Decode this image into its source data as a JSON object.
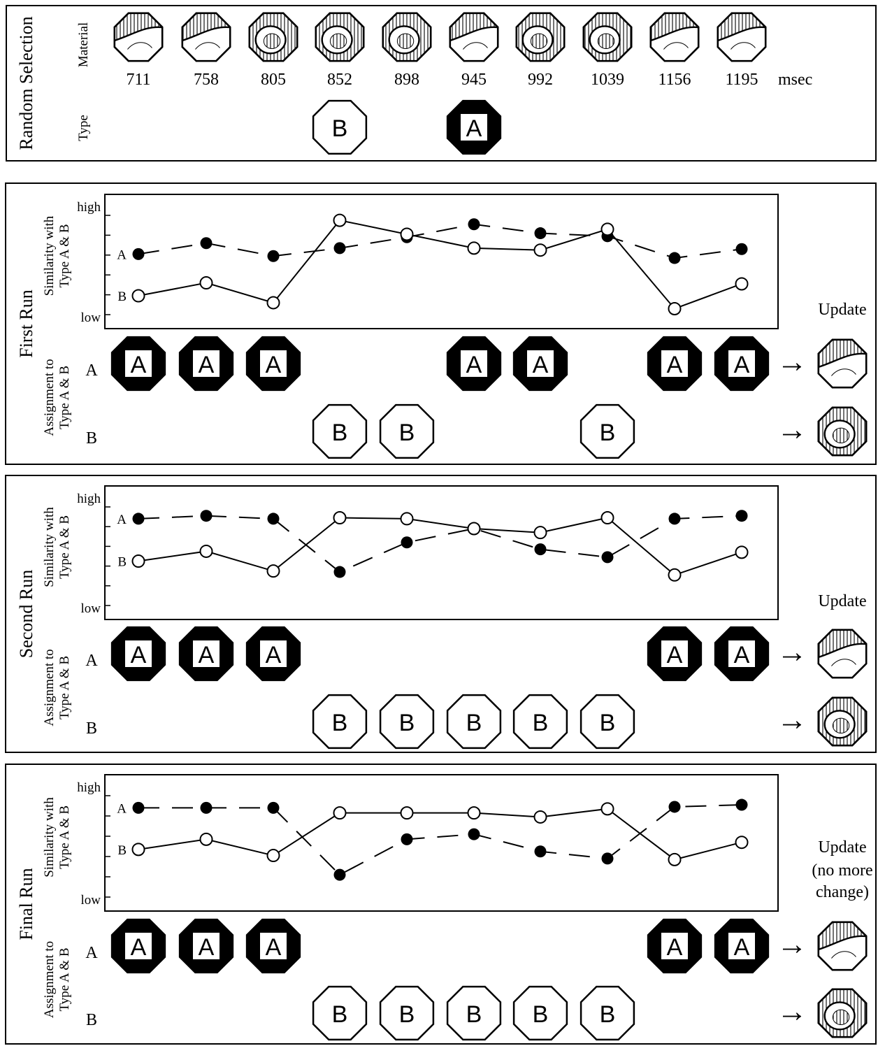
{
  "random_selection": {
    "title": "Random Selection",
    "material_label": "Material",
    "type_label": "Type",
    "times": [
      "711",
      "758",
      "805",
      "852",
      "898",
      "945",
      "992",
      "1039",
      "1156",
      "1195"
    ],
    "unit": "msec",
    "initial_types": [
      null,
      null,
      null,
      "B",
      null,
      "A",
      null,
      null,
      null,
      null
    ]
  },
  "labels": {
    "high": "high",
    "low": "low",
    "series_a": "A",
    "series_b": "B",
    "similarity_line1": "Similarity with",
    "similarity_line2": "Type A & B",
    "assignment_line1": "Assignment to",
    "assignment_line2": "Type A & B",
    "row_a": "A",
    "row_b": "B",
    "arrow": "→"
  },
  "runs": [
    {
      "title": "First  Run",
      "update_lines": [
        "Update"
      ],
      "similarity_a": [
        0.61,
        0.72,
        0.59,
        0.67,
        0.78,
        0.91,
        0.82,
        0.79,
        0.57,
        0.66
      ],
      "similarity_b": [
        0.19,
        0.32,
        0.12,
        0.95,
        0.81,
        0.67,
        0.65,
        0.86,
        0.06,
        0.31
      ],
      "assignment": [
        "A",
        "A",
        "A",
        "B",
        "B",
        "A",
        "A",
        "B",
        "A",
        "A"
      ]
    },
    {
      "title": "Second  Run",
      "update_lines": [
        "Update"
      ],
      "similarity_a": [
        0.88,
        0.91,
        0.88,
        0.34,
        0.64,
        0.78,
        0.57,
        0.49,
        0.88,
        0.91
      ],
      "similarity_b": [
        0.45,
        0.55,
        0.35,
        0.89,
        0.88,
        0.78,
        0.74,
        0.89,
        0.31,
        0.54
      ],
      "assignment": [
        "A",
        "A",
        "A",
        "B",
        "B",
        "B",
        "B",
        "B",
        "A",
        "A"
      ]
    },
    {
      "title": "Final  Run",
      "update_lines": [
        "Update",
        "(no more",
        "change)"
      ],
      "similarity_a": [
        0.88,
        0.88,
        0.88,
        0.22,
        0.57,
        0.62,
        0.45,
        0.38,
        0.89,
        0.91
      ],
      "similarity_b": [
        0.47,
        0.57,
        0.41,
        0.83,
        0.83,
        0.83,
        0.79,
        0.87,
        0.37,
        0.54
      ],
      "assignment": [
        "A",
        "A",
        "A",
        "B",
        "B",
        "B",
        "B",
        "B",
        "A",
        "A"
      ]
    }
  ]
}
